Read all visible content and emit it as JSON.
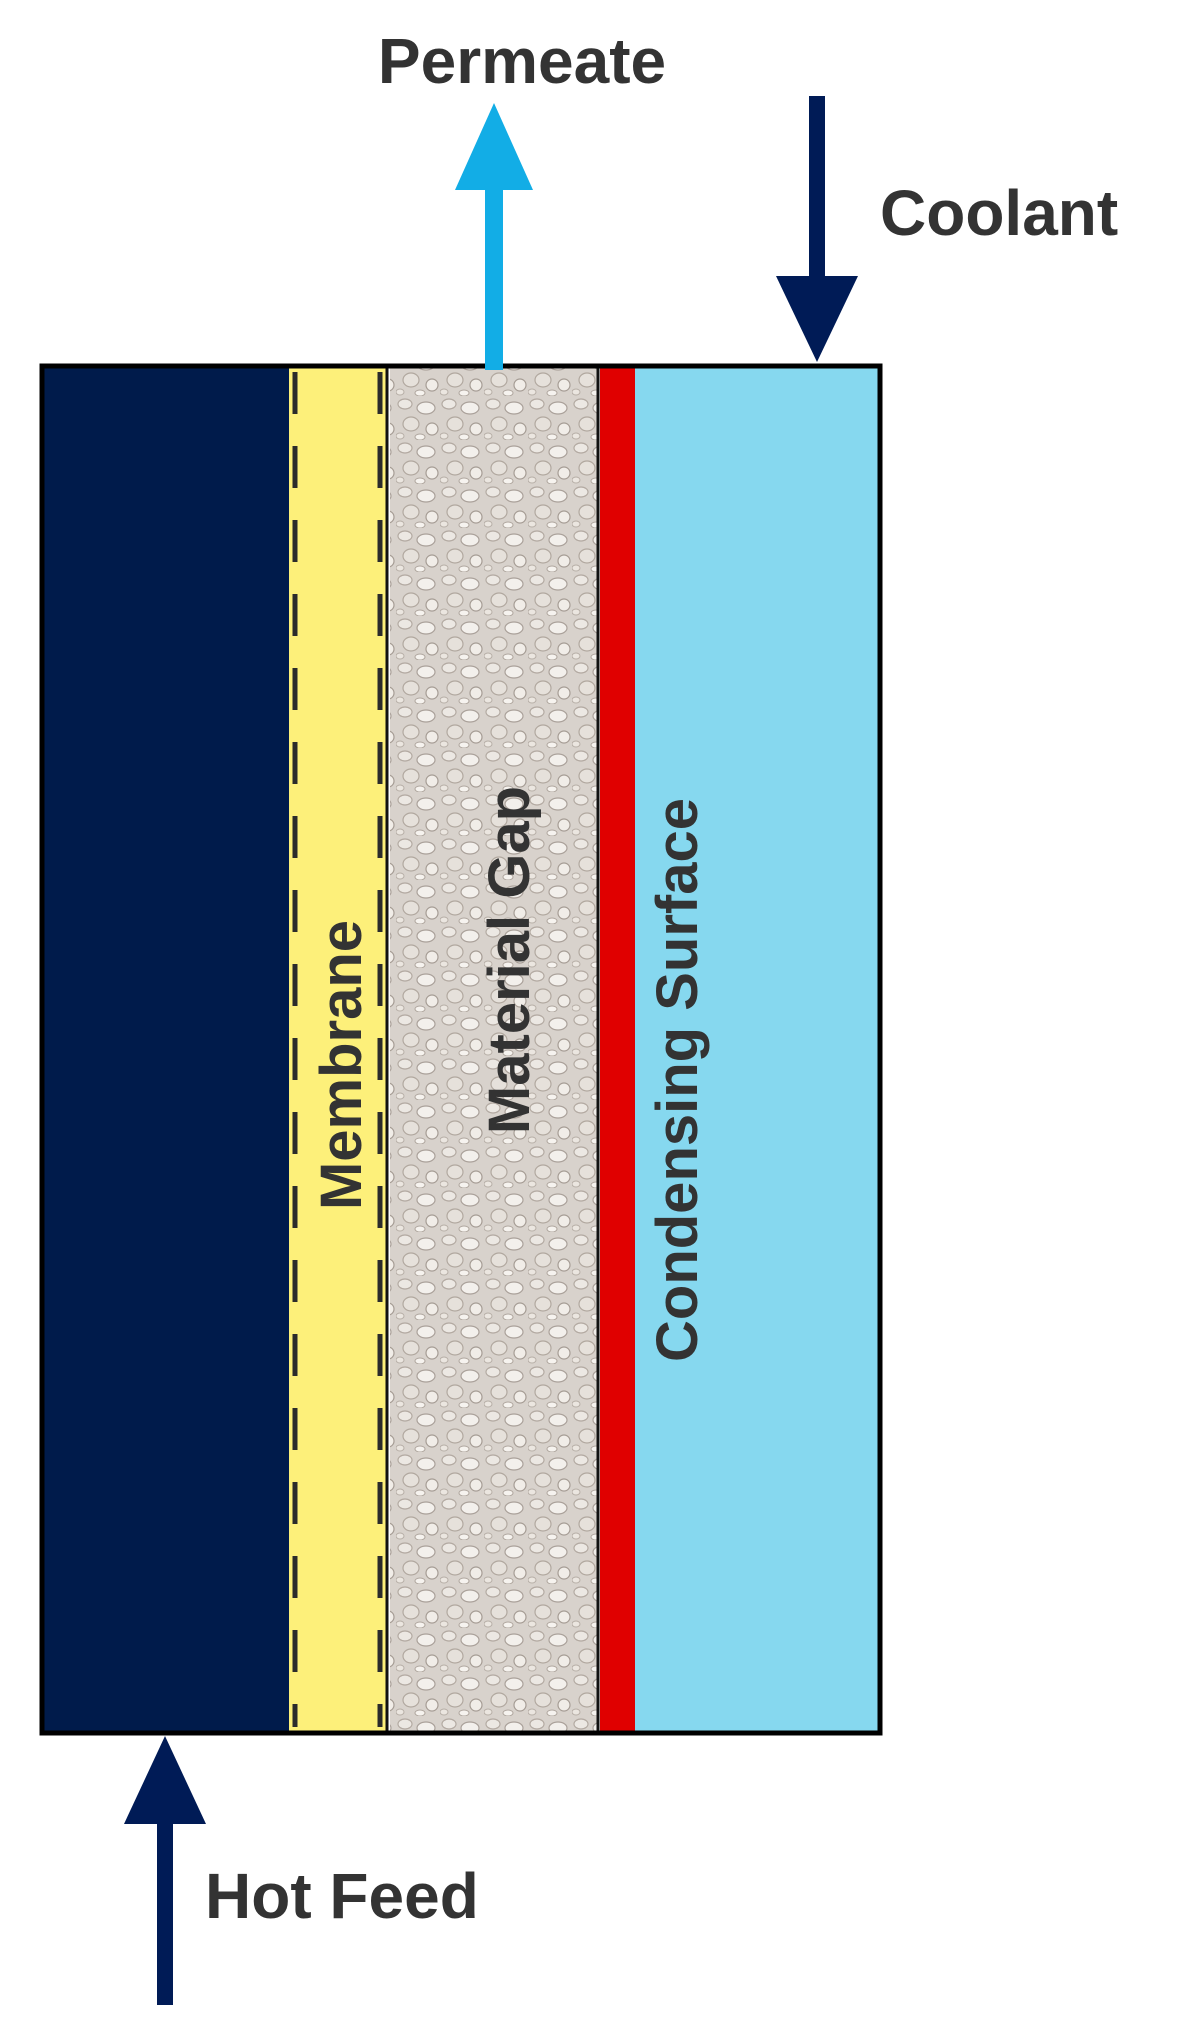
{
  "labels": {
    "permeate": "Permeate",
    "coolant": "Coolant",
    "hot_feed": "Hot Feed",
    "membrane": "Membrane",
    "material_gap": "Material Gap",
    "condensing_surface": "Condensing Surface"
  },
  "colors": {
    "feed_channel": "#001b4b",
    "membrane": "#fdf07a",
    "material_gap": "#d8d2cc",
    "condensing_surface": "#e00000",
    "coolant_channel": "#86d8ef",
    "permeate_arrow": "#12ade6",
    "coolant_arrow": "#001b56",
    "hot_feed_arrow": "#001b56",
    "outline": "#000000"
  }
}
